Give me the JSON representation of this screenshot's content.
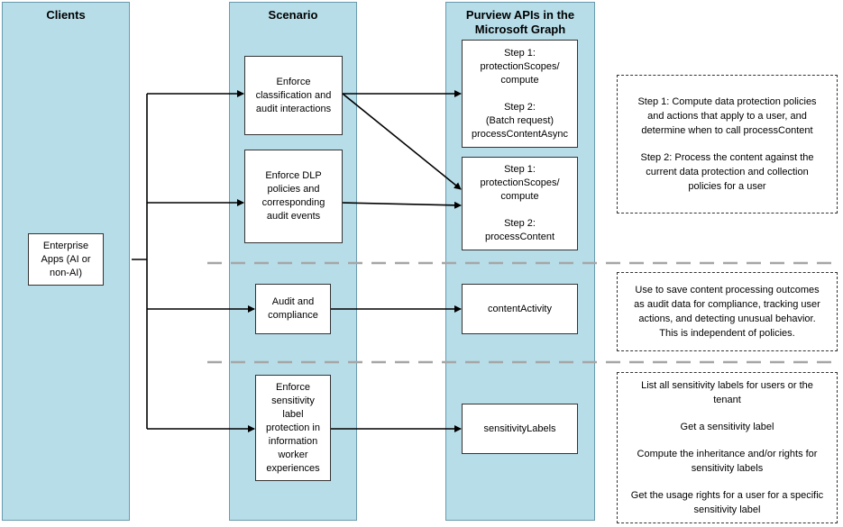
{
  "columns": {
    "clients": "Clients",
    "scenario": "Scenario",
    "apis": "Purview APIs in the Microsoft Graph"
  },
  "client_box": [
    "Enterprise",
    "Apps (AI or",
    "non-AI)"
  ],
  "scenarios": {
    "classification": [
      "Enforce",
      "classification and",
      "audit interactions"
    ],
    "dlp": [
      "Enforce DLP",
      "policies and",
      "corresponding",
      "audit events"
    ],
    "audit": [
      "Audit and",
      "compliance"
    ],
    "sensitivity": [
      "Enforce",
      "sensitivity",
      "label",
      "protection in",
      "information",
      "worker",
      "experiences"
    ]
  },
  "apis": {
    "batch": {
      "step1": [
        "Step 1:",
        "protectionScopes/",
        "compute"
      ],
      "step2": [
        "Step 2:",
        "(Batch request)",
        "processContentAsync"
      ]
    },
    "process": {
      "step1": [
        "Step 1:",
        "protectionScopes/",
        "compute"
      ],
      "step2": [
        "Step 2:",
        "processContent"
      ]
    },
    "content_activity": "contentActivity",
    "sensitivity_labels": "sensitivityLabels"
  },
  "notes": {
    "steps": {
      "step1": [
        "Step 1: Compute data protection policies",
        "and actions that apply to a user, and",
        "determine when to call processContent"
      ],
      "step2": [
        "Step 2: Process the content against the",
        "current data protection and collection",
        "policies for a user"
      ]
    },
    "content_activity": [
      "Use to save content processing outcomes",
      "as audit data for compliance, tracking user",
      "actions, and detecting unusual behavior.",
      "This is independent of policies."
    ],
    "sensitivity": {
      "item1": [
        "List all sensitivity labels for users or the",
        "tenant"
      ],
      "item2": [
        "Get a sensitivity label"
      ],
      "item3": [
        "Compute the inheritance and/or rights for",
        "sensitivity labels"
      ],
      "item4": [
        "Get the usage rights for a user for a specific",
        "sensitivity label"
      ]
    }
  },
  "colors": {
    "column_fill": "#b7dde8",
    "column_border": "#6a9aae",
    "separator": "#a6a6a6",
    "line": "#000000"
  }
}
